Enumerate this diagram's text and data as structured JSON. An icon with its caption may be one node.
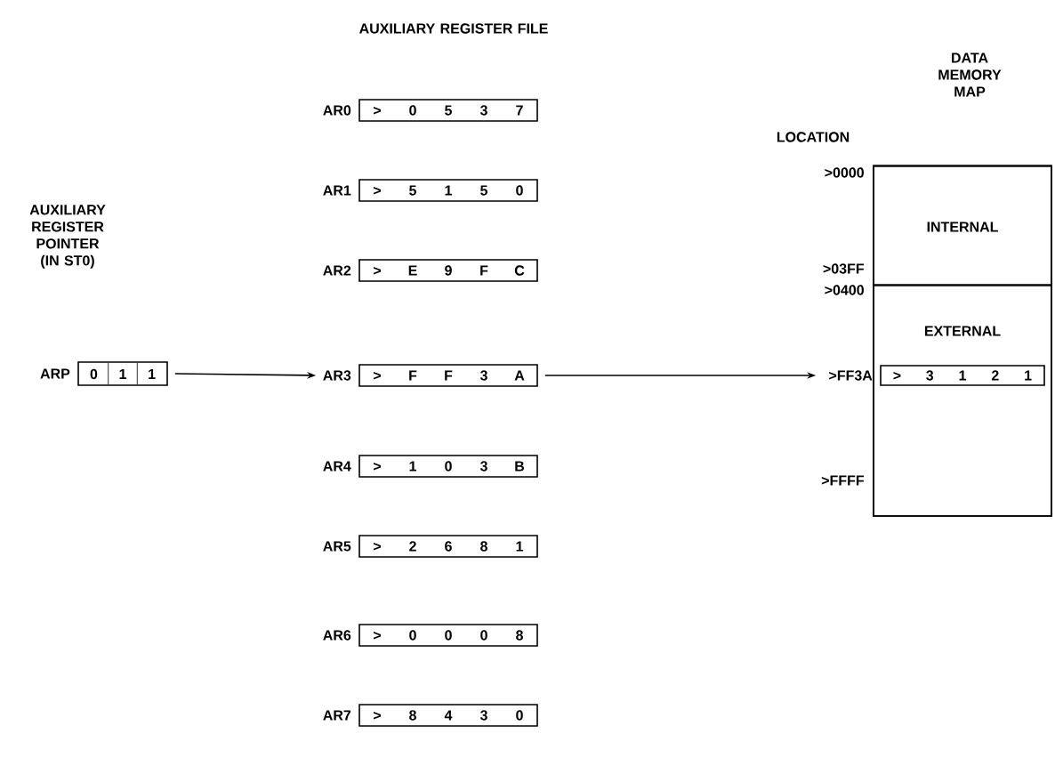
{
  "diagram": {
    "nodes": [
      {
        "text": [
          "0",
          "1",
          "1"
        ],
        "beside": [
          "ARP"
        ]
      },
      {
        "text": [
          ">",
          "0",
          "5",
          "3",
          "7"
        ],
        "beside": [
          "AR0"
        ]
      },
      {
        "text": [
          ">",
          "5",
          "1",
          "5",
          "0"
        ],
        "beside": [
          "AR1"
        ]
      },
      {
        "text": [
          ">",
          "E",
          "9",
          "F",
          "C"
        ],
        "beside": [
          "AR2"
        ]
      },
      {
        "text": [
          ">",
          "F",
          "F",
          "3",
          "A"
        ],
        "beside": [
          "AR3"
        ]
      },
      {
        "text": [
          ">",
          "1",
          "0",
          "3",
          "B"
        ],
        "beside": [
          "AR4"
        ]
      },
      {
        "text": [
          ">",
          "2",
          "6",
          "8",
          "1"
        ],
        "beside": [
          "AR5"
        ]
      },
      {
        "text": [
          ">",
          "0",
          "0",
          "0",
          "8"
        ],
        "beside": [
          "AR6"
        ]
      },
      {
        "text": [
          ">",
          "8",
          "4",
          "3",
          "0"
        ],
        "beside": [
          "AR7"
        ]
      },
      {
        "text": [],
        "shape": "box"
      },
      {
        "text": [
          "INTERNAL"
        ],
        "in": 9
      },
      {
        "text": [
          "EXTERNAL"
        ],
        "in": 9
      },
      {
        "text": [
          ">",
          "3",
          "1",
          "2",
          "1"
        ],
        "beside": [
          ">FF3A"
        ],
        "in": 11
      }
    ],
    "edges": [
      {
        "from": 0,
        "to": 4,
        "arrow": "to"
      },
      {
        "from": 4,
        "to": 12,
        "arrow": "to"
      }
    ],
    "labels": [
      "AUXILIARY REGISTER FILE",
      "AUXILIARY REGISTER POINTER (IN ST0)",
      "DATA MEMORY MAP",
      "LOCATION",
      ">0000",
      ">03FF",
      ">0400",
      ">FFFF"
    ]
  }
}
